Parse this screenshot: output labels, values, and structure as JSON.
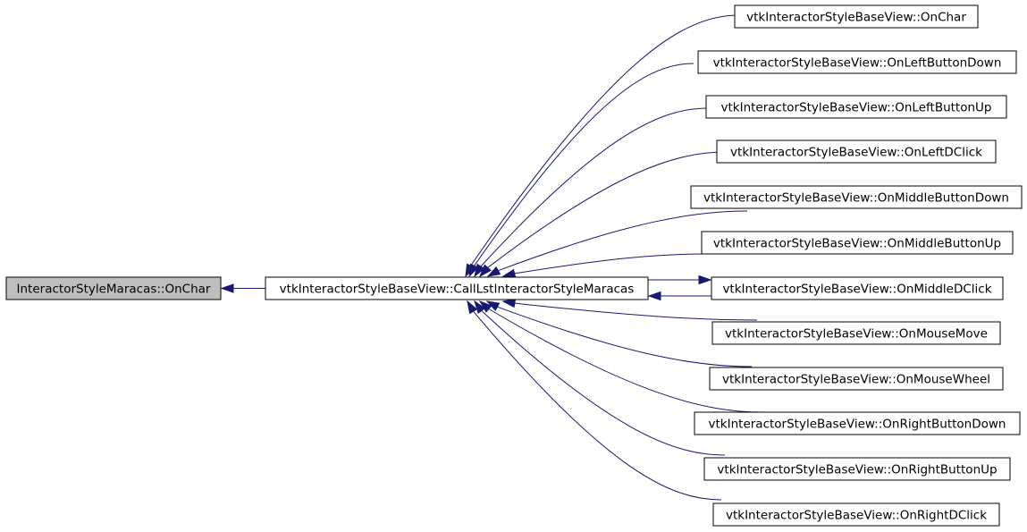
{
  "graph": {
    "root": {
      "label": "InteractorStyleMaracas::OnChar"
    },
    "hub": {
      "label": "vtkInteractorStyleBaseView::CallLstInteractorStyleMaracas"
    },
    "callers": [
      {
        "label": "vtkInteractorStyleBaseView::OnChar"
      },
      {
        "label": "vtkInteractorStyleBaseView::OnLeftButtonDown"
      },
      {
        "label": "vtkInteractorStyleBaseView::OnLeftButtonUp"
      },
      {
        "label": "vtkInteractorStyleBaseView::OnLeftDClick"
      },
      {
        "label": "vtkInteractorStyleBaseView::OnMiddleButtonDown"
      },
      {
        "label": "vtkInteractorStyleBaseView::OnMiddleButtonUp"
      },
      {
        "label": "vtkInteractorStyleBaseView::OnMiddleDClick"
      },
      {
        "label": "vtkInteractorStyleBaseView::OnMouseMove"
      },
      {
        "label": "vtkInteractorStyleBaseView::OnMouseWheel"
      },
      {
        "label": "vtkInteractorStyleBaseView::OnRightButtonDown"
      },
      {
        "label": "vtkInteractorStyleBaseView::OnRightButtonUp"
      },
      {
        "label": "vtkInteractorStyleBaseView::OnRightDClick"
      }
    ],
    "colors": {
      "edge": "#191970",
      "root_fill": "#bfbfbf",
      "node_fill": "#ffffff",
      "border": "#000000"
    }
  }
}
